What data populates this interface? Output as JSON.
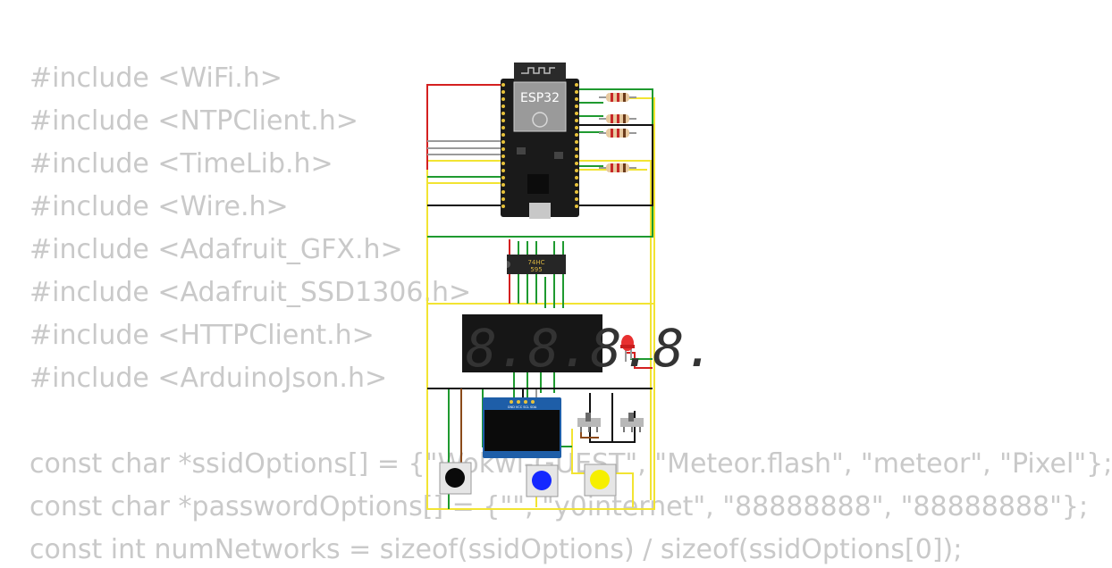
{
  "code": {
    "lines": [
      "#include <WiFi.h>",
      "#include <NTPClient.h>",
      "#include <TimeLib.h>",
      "#include <Wire.h>",
      "#include <Adafruit_GFX.h>",
      "#include <Adafruit_SSD1306.h>",
      "#include <HTTPClient.h>",
      "#include <ArduinoJson.h>",
      "",
      "const char *ssidOptions[] = {\"Wokwi-GUEST\", \"Meteor.flash\", \"meteor\", \"Pixel\"};",
      "const char *passwordOptions[] = {\"\", \"y0internet\", \"88888888\", \"88888888\"};",
      "const int numNetworks = sizeof(ssidOptions) / sizeof(ssidOptions[0]);"
    ]
  },
  "circuit": {
    "esp32_label": "ESP32",
    "chip_label_1": "74HC",
    "chip_label_2": "595",
    "oled_pins": "GND VCC SCL SDA",
    "colors": {
      "board": "#1a1a1a",
      "wire_red": "#d42020",
      "wire_green": "#1f9a30",
      "wire_yellow": "#f2e432",
      "wire_black": "#111111",
      "wire_brown": "#8b4a1a",
      "wire_gray": "#9a9a9a",
      "oled_pcb": "#1e5ea8",
      "button_blue": "#1428ff",
      "button_yellow": "#f6ef00",
      "led_red": "#e83030"
    }
  }
}
